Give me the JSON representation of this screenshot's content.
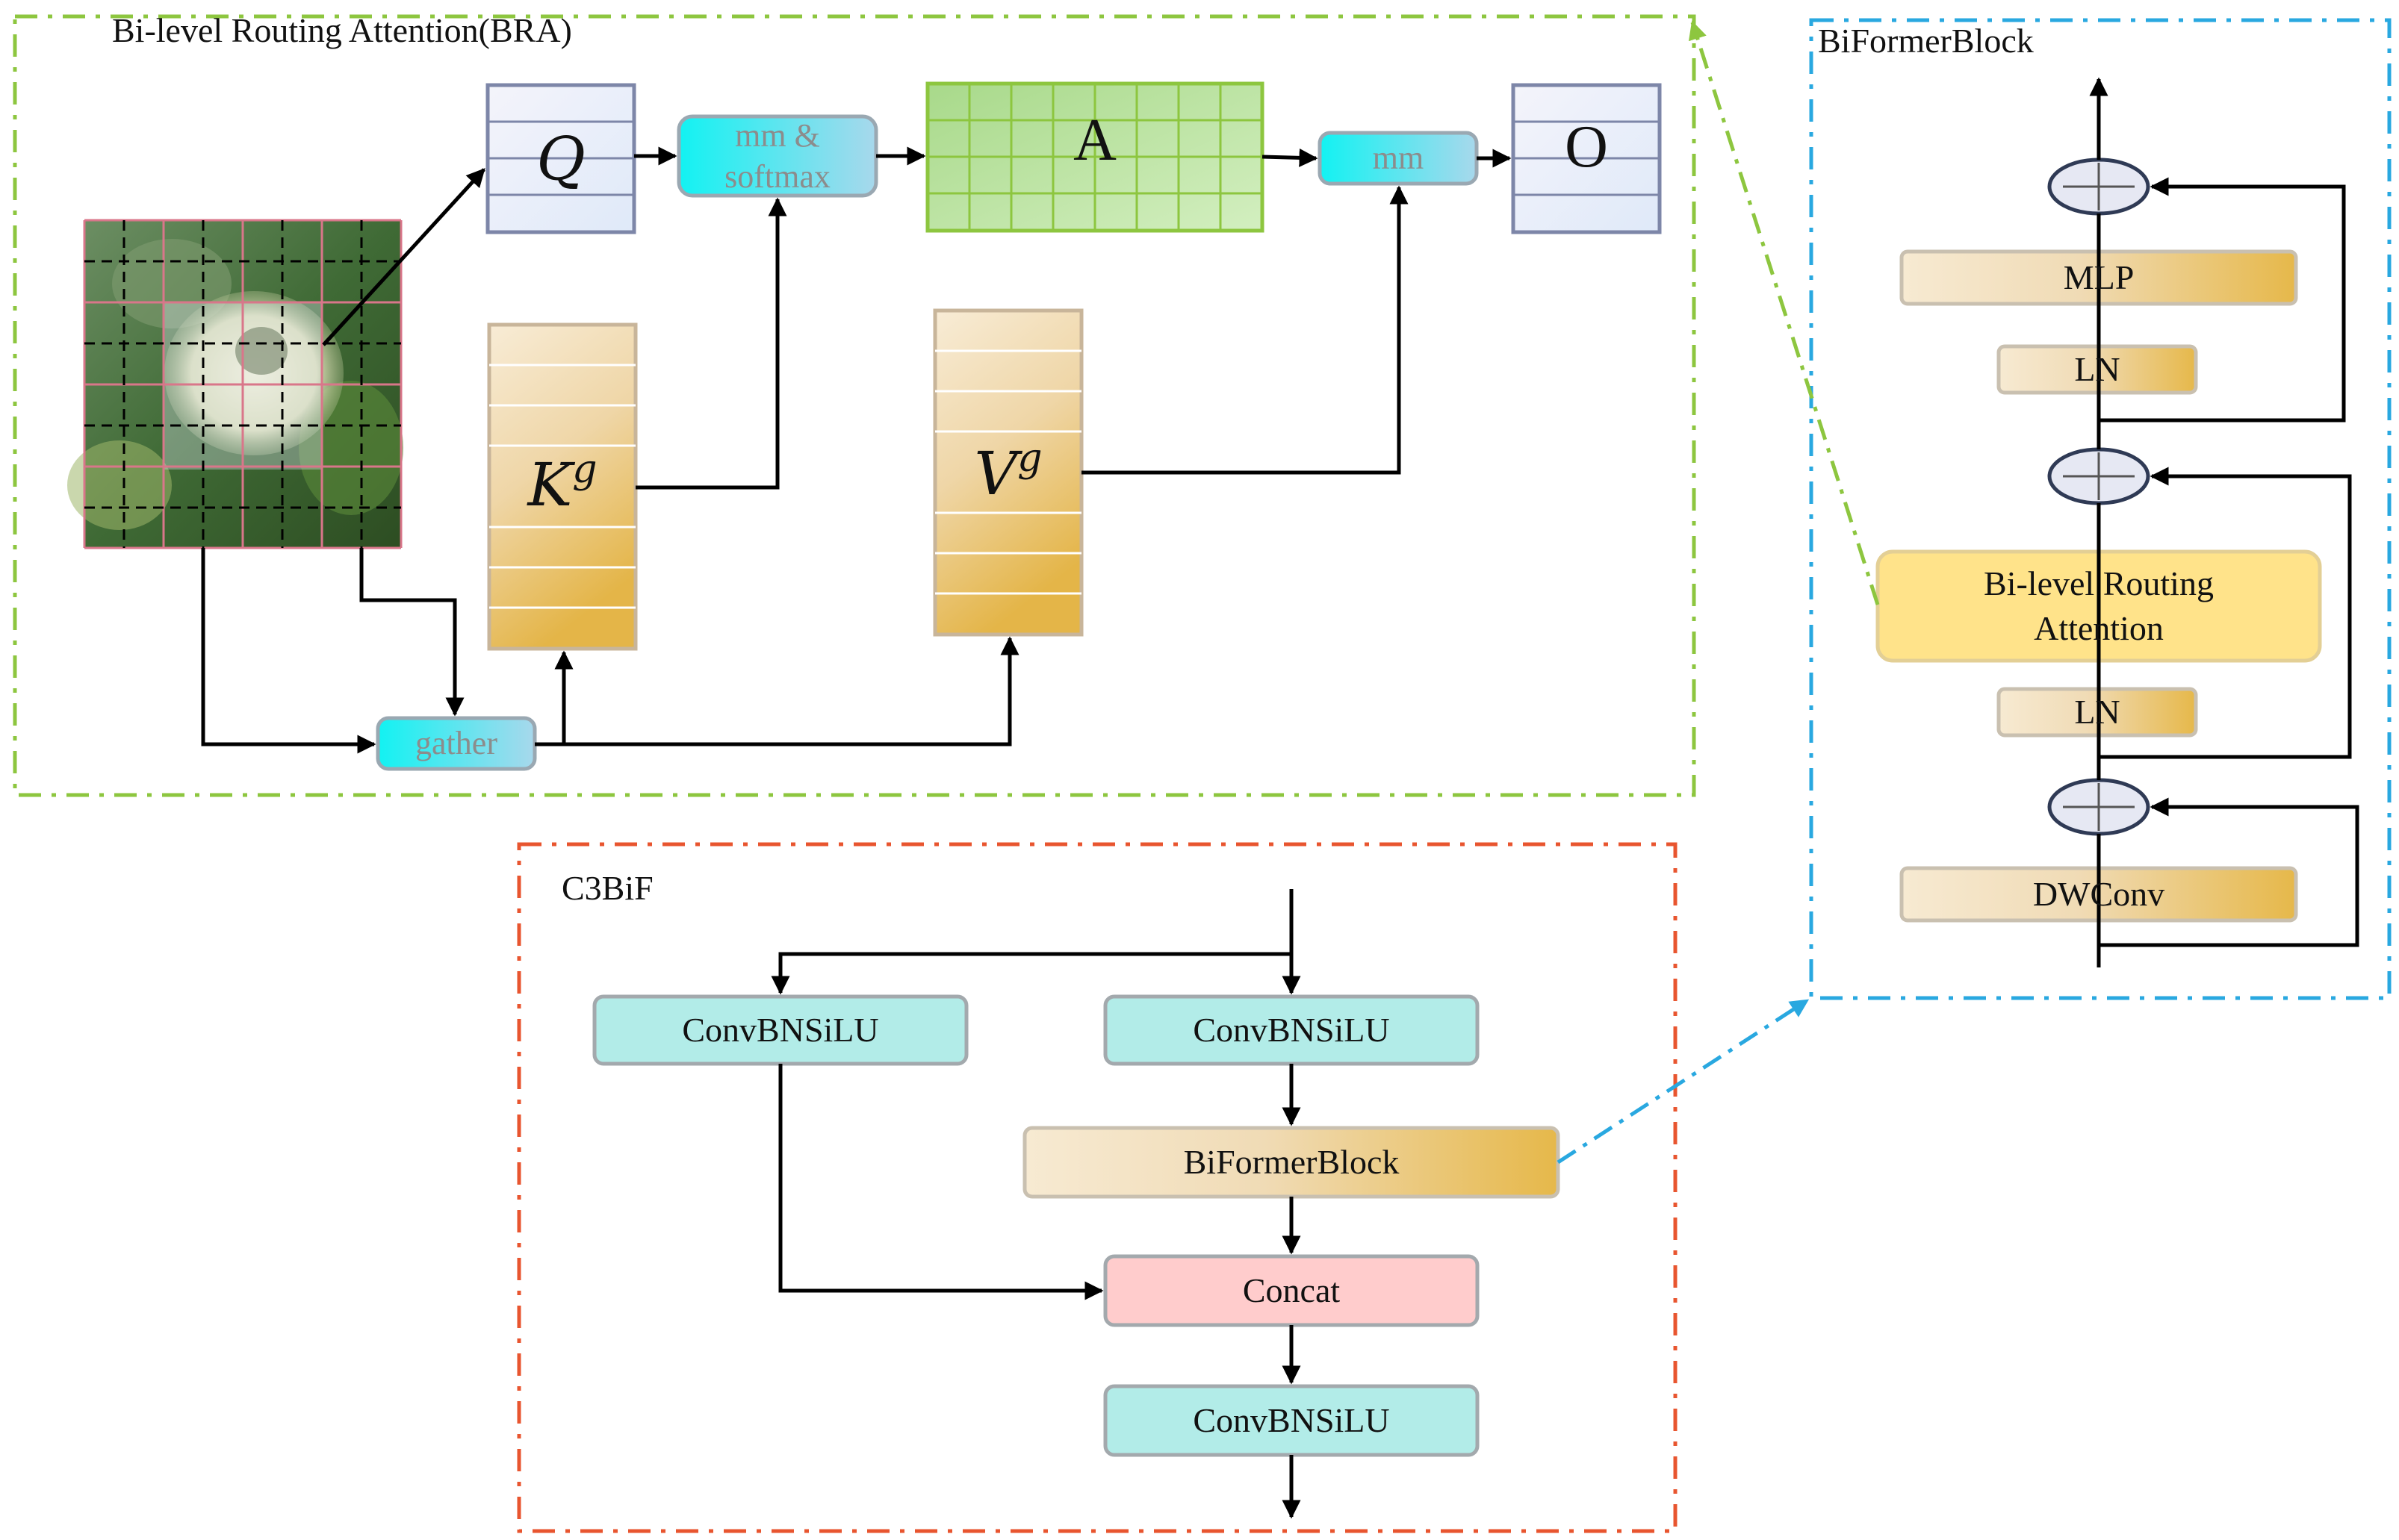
{
  "bra": {
    "title": "Bi-level Routing Attention(BRA)",
    "q": "Q",
    "kg": {
      "base": "K",
      "sup": "g"
    },
    "vg": {
      "base": "V",
      "sup": "g"
    },
    "a": "A",
    "o": "O",
    "mm_softmax": [
      "mm &",
      "softmax"
    ],
    "mm": "mm",
    "gather": "gather"
  },
  "biformer_block": {
    "title": "BiFormerBlock",
    "mlp": "MLP",
    "ln_top": "LN",
    "bra_box": [
      "Bi-level Routing",
      "Attention"
    ],
    "ln_bottom": "LN",
    "dwconv": "DWConv"
  },
  "c3bif": {
    "title": "C3BiF",
    "conv_left": "ConvBNSiLU",
    "conv_right": "ConvBNSiLU",
    "biformer": "BiFormerBlock",
    "concat": "Concat",
    "conv_out": "ConvBNSiLU"
  },
  "colors": {
    "bra_frame": "#8dc63f",
    "biformer_frame": "#29a8e0",
    "c3bif_frame": "#e8552f",
    "conv_fill": "#b2ece8",
    "concat_fill": "#ffcccc",
    "attention_fill": "#ffe38a",
    "a_matrix_fill": "#b6e39a",
    "gradient_start": "#f7ead2",
    "gradient_end": "#e6b84a"
  },
  "icons": [
    "plus-circle-icon",
    "image-patch-grid-icon"
  ]
}
